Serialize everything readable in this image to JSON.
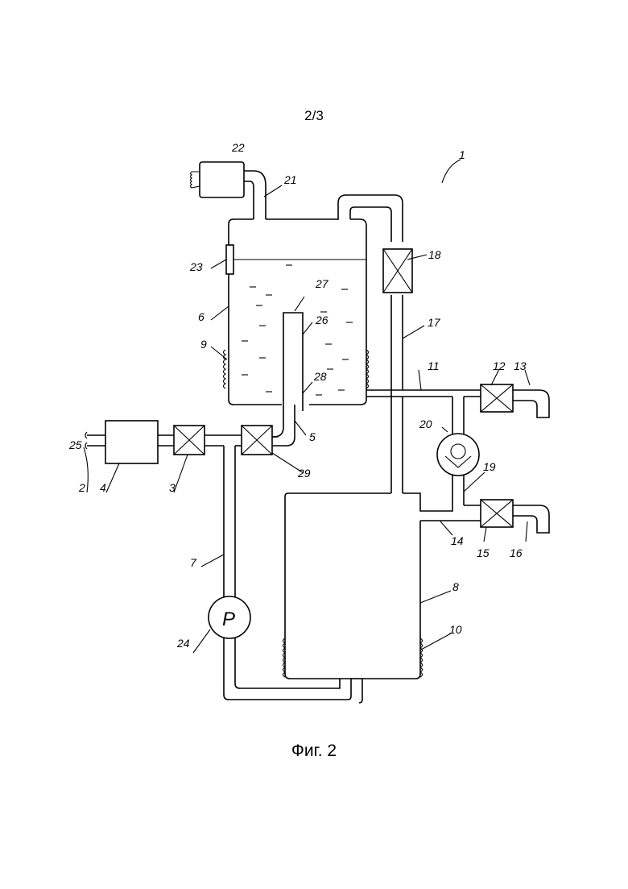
{
  "page_number": "2/3",
  "caption": "Фиг. 2",
  "labels": {
    "l1": "1",
    "l2": "2",
    "l3": "3",
    "l4": "4",
    "l5": "5",
    "l6": "6",
    "l7": "7",
    "l8": "8",
    "l9": "9",
    "l10": "10",
    "l11": "11",
    "l12": "12",
    "l13": "13",
    "l14": "14",
    "l15": "15",
    "l16": "16",
    "l17": "17",
    "l18": "18",
    "l19": "19",
    "l20": "20",
    "l21": "21",
    "l22": "22",
    "l23": "23",
    "l24": "24",
    "l25": "25",
    "l26": "26",
    "l27": "27",
    "l28": "28",
    "l29": "29"
  },
  "pump_symbol": "P"
}
